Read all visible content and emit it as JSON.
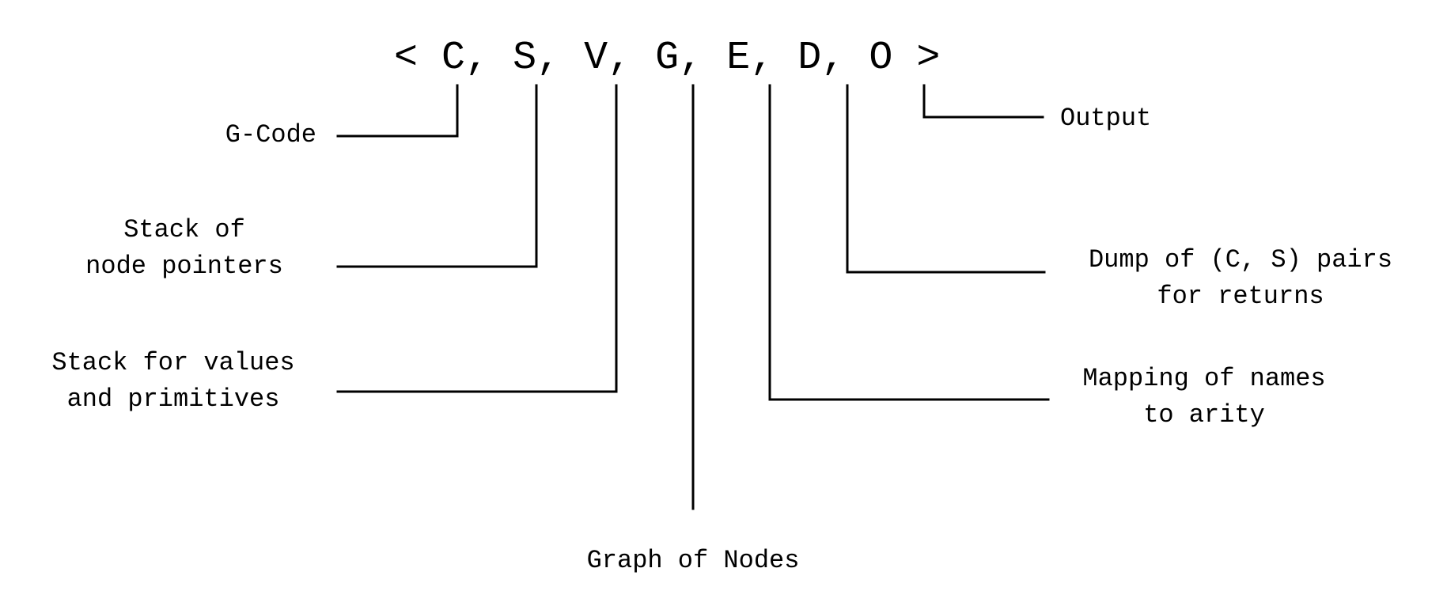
{
  "tuple": {
    "open": "<",
    "components": [
      "C",
      "S",
      "V",
      "G",
      "E",
      "D",
      "O"
    ],
    "separator": ",",
    "close": ">"
  },
  "labels": {
    "c": "G-Code",
    "s": [
      "Stack of",
      "node pointers"
    ],
    "v": [
      "Stack for values",
      "and primitives"
    ],
    "g": "Graph of Nodes",
    "e": [
      "Mapping of names",
      "to arity"
    ],
    "d": [
      "Dump of (C, S) pairs",
      "for returns"
    ],
    "o": "Output"
  },
  "colors": {
    "line": "#000000",
    "text": "#000000",
    "background": "#ffffff"
  }
}
